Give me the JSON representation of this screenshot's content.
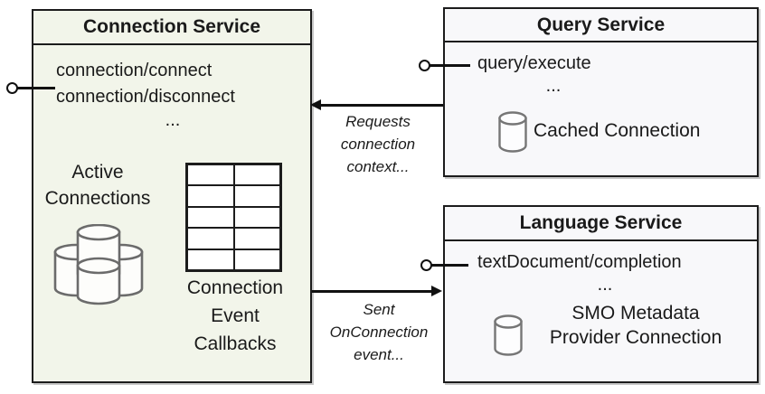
{
  "diagram": {
    "colors": {
      "background": "#ffffff",
      "connection_box_fill": "#f2f5ea",
      "service_box_fill": "#f8f8fa",
      "border": "#1c1c1c",
      "cylinder_stroke": "#6b6b6b"
    },
    "connection_service": {
      "title": "Connection Service",
      "methods": [
        "connection/connect",
        "connection/disconnect"
      ],
      "ellipsis": "...",
      "active_connections_lines": [
        "Active",
        "Connections"
      ],
      "callbacks_label_lines": [
        "Connection",
        "Event",
        "Callbacks"
      ],
      "callback_table": {
        "rows": 5,
        "cols": 2
      },
      "cluster_icon": "database-cluster-icon"
    },
    "query_service": {
      "title": "Query Service",
      "methods": [
        "query/execute"
      ],
      "ellipsis": "...",
      "cached_connection_label": "Cached Connection",
      "db_icon": "database-icon"
    },
    "language_service": {
      "title": "Language Service",
      "methods": [
        "textDocument/completion"
      ],
      "ellipsis": "...",
      "provider_label_lines": [
        "SMO Metadata",
        "Provider Connection"
      ]
    },
    "arrows": {
      "requests": {
        "direction": "left",
        "label_lines": [
          "Requests",
          "connection",
          "context..."
        ]
      },
      "sent": {
        "direction": "right",
        "label_lines": [
          "Sent",
          "OnConnection",
          "event..."
        ]
      }
    }
  }
}
